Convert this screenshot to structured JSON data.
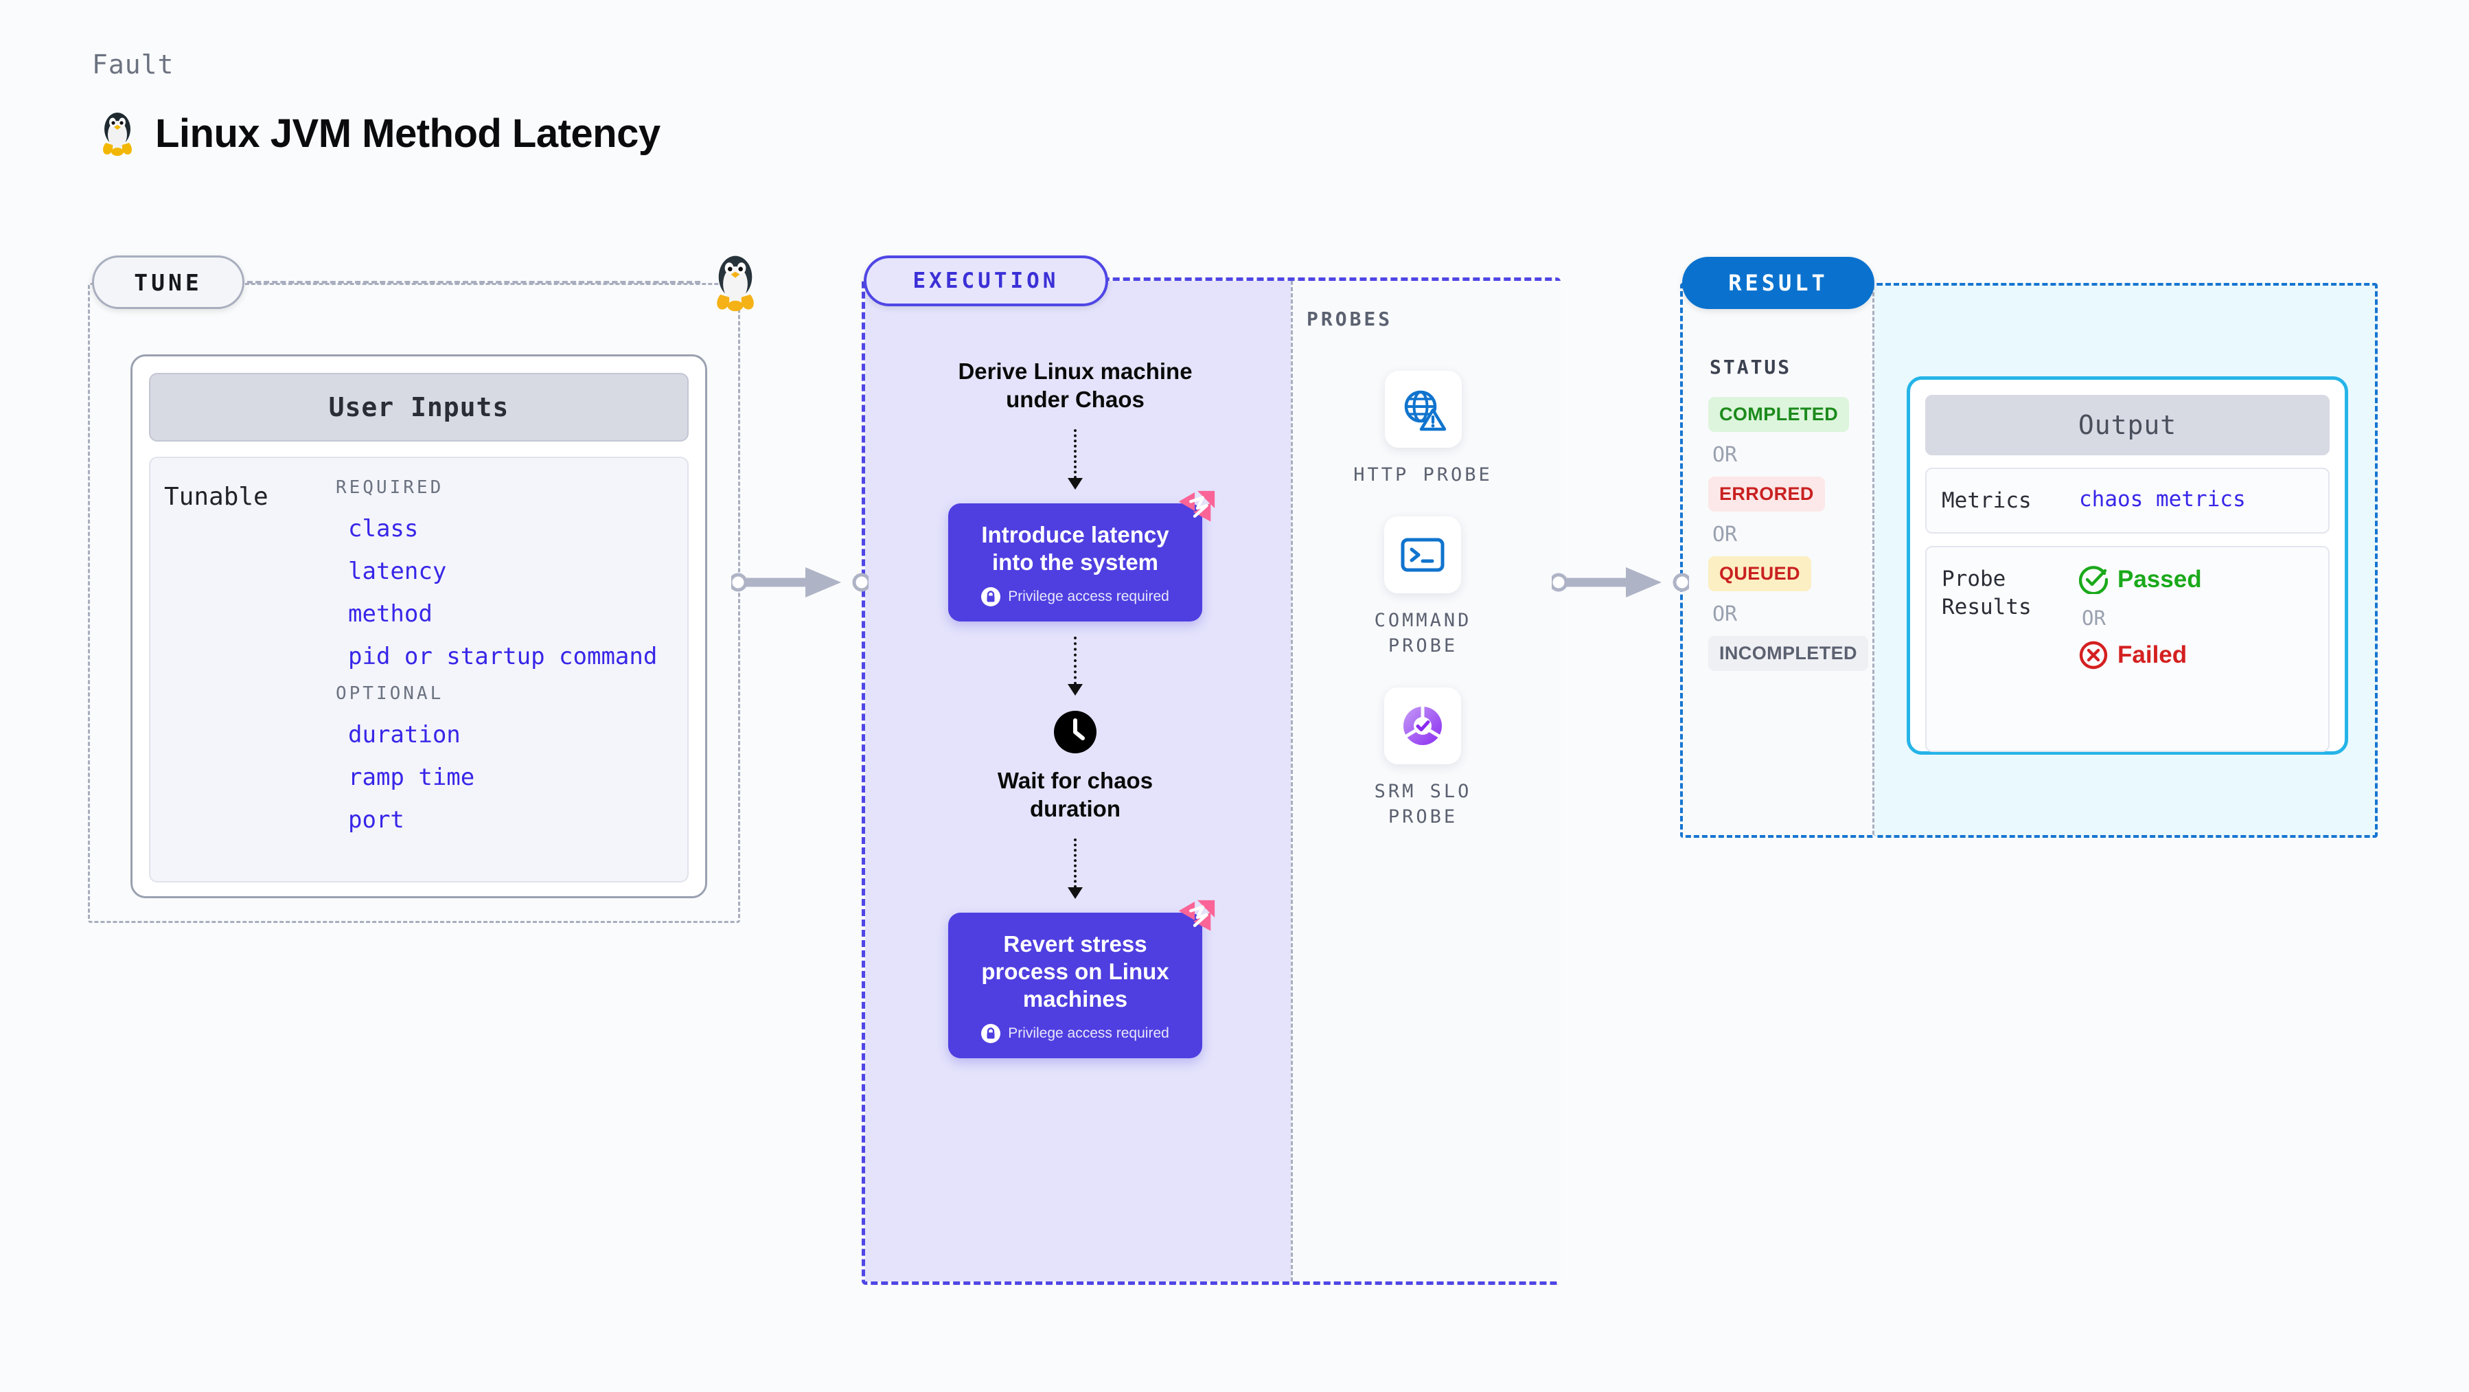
{
  "header": {
    "fault_label": "Fault",
    "title": "Linux JVM Method Latency",
    "icon": "linux-penguin-icon"
  },
  "tune": {
    "pill_label": "TUNE",
    "penguin_icon": "linux-penguin-icon",
    "user_inputs_header": "User Inputs",
    "tunable_label": "Tunable",
    "required_heading": "REQUIRED",
    "required_items": [
      "class",
      "latency",
      "method",
      "pid or startup command"
    ],
    "optional_heading": "OPTIONAL",
    "optional_items": [
      "duration",
      "ramp time",
      "port"
    ]
  },
  "execution": {
    "pill_label": "EXECUTION",
    "step_1_text": "Derive Linux machine\nunder Chaos",
    "step_2_title": "Introduce latency\ninto the system",
    "step_2_privilege": "Privilege access required",
    "step_3_text": "Wait for chaos\nduration",
    "step_3_icon": "clock-icon",
    "step_4_title": "Revert stress\nprocess on Linux\nmachines",
    "step_4_privilege": "Privilege access required"
  },
  "probes": {
    "section_label": "PROBES",
    "items": [
      {
        "caption": "HTTP PROBE",
        "icon": "globe-warning-icon"
      },
      {
        "caption": "COMMAND\nPROBE",
        "icon": "terminal-icon"
      },
      {
        "caption": "SRM SLO\nPROBE",
        "icon": "slo-donut-check-icon"
      }
    ]
  },
  "result": {
    "pill_label": "RESULT",
    "status_label": "STATUS",
    "or_label": "OR",
    "statuses": [
      {
        "label": "COMPLETED",
        "bg": "#DDF5DC",
        "fg": "#1B8A1B"
      },
      {
        "label": "ERRORED",
        "bg": "#FCE8E8",
        "fg": "#C92020"
      },
      {
        "label": "QUEUED",
        "bg": "#FCEFC3",
        "fg": "#C92020"
      },
      {
        "label": "INCOMPLETED",
        "bg": "#EFF0F4",
        "fg": "#5B6170"
      }
    ],
    "output": {
      "header": "Output",
      "metrics_label": "Metrics",
      "metrics_value": "chaos metrics",
      "probe_results_label": "Probe\nResults",
      "passed_label": "Passed",
      "failed_label": "Failed",
      "or_label": "OR",
      "passed_icon": "check-circle-icon",
      "failed_icon": "x-circle-icon"
    }
  },
  "colors": {
    "accent_indigo": "#4F46E5",
    "accent_blue": "#1675D1",
    "accent_cyan": "#25B4E8",
    "harness_pink": "#FB6497",
    "tunable_text": "#3826E8"
  }
}
